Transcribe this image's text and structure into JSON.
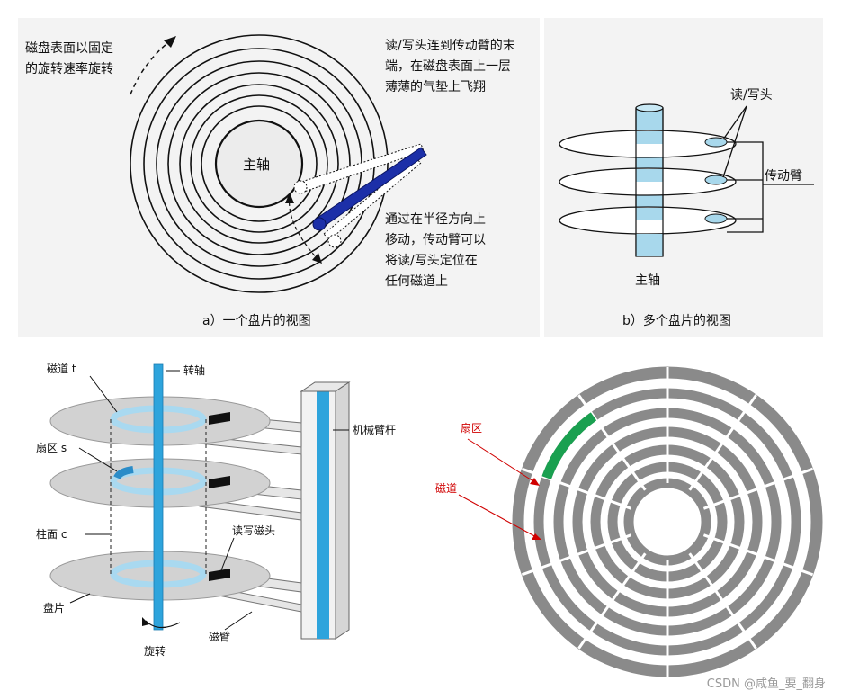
{
  "panel_a": {
    "rotation_note": [
      "磁盘表面以固定",
      "的旋转速率旋转"
    ],
    "spindle": "主轴",
    "head_note": [
      "读/写头连到传动臂的末",
      "端，在磁盘表面上一层",
      "薄薄的气垫上飞翔"
    ],
    "move_note": [
      "通过在半径方向上",
      "移动，传动臂可以",
      "将读/写头定位在",
      "任何磁道上"
    ],
    "caption": "a）一个盘片的视图"
  },
  "panel_b": {
    "head_label": "读/写头",
    "arm_label": "传动臂",
    "spindle": "主轴",
    "caption": "b）多个盘片的视图"
  },
  "panel_c": {
    "track_label": "磁道 t",
    "spindle_label": "转轴",
    "sector_label": "扇区 s",
    "arm_rod_label": "机械臂杆",
    "cylinder_label": "柱面 c",
    "head_label": "读写磁头",
    "platter_label": "盘片",
    "arm_label": "磁臂",
    "rotate_label": "旋转"
  },
  "panel_d": {
    "sector_label": "扇区",
    "track_label": "磁道",
    "label_color": "#d00000",
    "ring_color": "#8a8a8a",
    "sector_color": "#1aa050"
  },
  "watermark": "CSDN @咸鱼_要_翻身"
}
